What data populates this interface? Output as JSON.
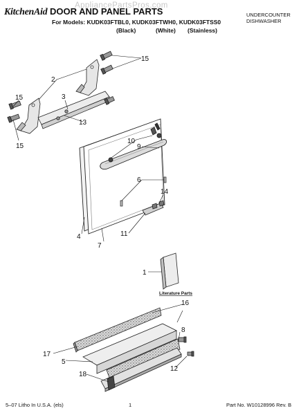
{
  "header": {
    "brand": "KitchenAid",
    "title": "DOOR AND PANEL PARTS",
    "models_line": "For Models: KUDK03FTBL0, KUDK03FTWH0, KUDK03FTSS0",
    "colors": [
      "(Black)",
      "(White)",
      "(Stainless)"
    ],
    "product_type_line1": "UNDERCOUNTER",
    "product_type_line2": "DISHWASHER",
    "watermark": "AppliancePartsPros.com"
  },
  "callouts": [
    "15",
    "2",
    "3",
    "15",
    "13",
    "15",
    "10",
    "9",
    "6",
    "14",
    "4",
    "7",
    "11",
    "1",
    "16",
    "8",
    "17",
    "5",
    "18",
    "12"
  ],
  "literature_label": "Literature Parts",
  "footer": {
    "left": "5–07 Litho In U.S.A. (els)",
    "page": "1",
    "part_no": "Part No. W10128996 Rev. B"
  }
}
